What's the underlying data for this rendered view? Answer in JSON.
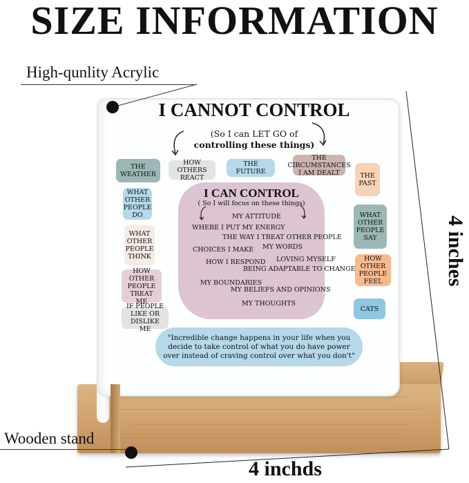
{
  "header": {
    "title": "SIZE INFORMATION"
  },
  "labels": {
    "acrylic": "High-qunlity Acrylic",
    "stand": "Wooden stand",
    "height": "4 inches",
    "width": "4 inchds"
  },
  "plaque": {
    "title": "I CANNOT CONTROL",
    "subtitle_1": "(So I can LET GO of",
    "subtitle_2": "controlling these things)",
    "tags": {
      "weather": "THE WEATHER",
      "others_react": "HOW OTHERS REACT",
      "future": "THE FUTURE",
      "circumstances": "THE CIRCUMSTANCES I AM DEALT",
      "past": "THE PAST",
      "others_do": "WHAT OTHER PEOPLE DO",
      "others_say": "WHAT OTHER PEOPLE SAY",
      "others_think": "WHAT OTHER PEOPLE THINK",
      "others_feel": "HOW OTHER PEOPLE FEEL",
      "treat_me": "HOW OTHER PEOPLE TREAT ME",
      "cats": "CATS",
      "like_me": "IF PEOPLE LIKE OR DISLIKE ME"
    },
    "can_control": {
      "title": "I CAN CONTROL",
      "subtitle": "( So I will focus on these things)",
      "items": {
        "attitude": "MY ATTITUDE",
        "energy": "WHERE I PUT MY ENERGY",
        "treat_others": "THE WAY I TREAT OTHER PEOPLE",
        "choices": "CHOICES I MAKE",
        "words": "MY WORDS",
        "respond": "HOW I RESPOND",
        "loving": "LOVING MYSELF",
        "adaptable": "BEING ADAPTABLE TO CHANGE",
        "boundaries": "MY BOUNDARIES",
        "beliefs": "MY BELIEFS AND OPINIONS",
        "thoughts": "MY THOUGHTS"
      }
    },
    "quote": "\"Incredible change happens in your life when you decide to take control of what you do have power over instead of craving control over what you don't\""
  },
  "colors": {
    "teal": "#9cb8b6",
    "light_gray": "#e2e4e1",
    "light_blue": "#b5d9ea",
    "mauve": "#cbb3ae",
    "peach": "#fbd2b4",
    "cream": "#f3ebe4",
    "pink": "#e5cfd6",
    "orange": "#f8ba8d",
    "blue": "#8ec7e4",
    "lavender": "#dcc4d2",
    "wood": "#d2a46f"
  }
}
